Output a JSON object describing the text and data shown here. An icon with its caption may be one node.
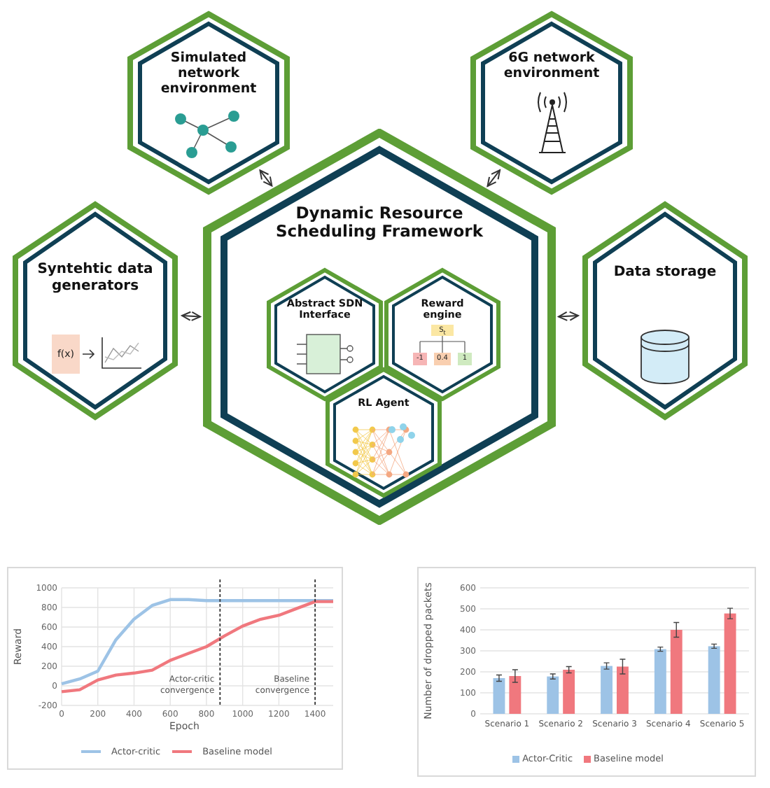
{
  "diagram": {
    "nodes": [
      {
        "text": [
          "Dynamic Resource Scheduling Framework"
        ]
      },
      {
        "text": [
          "Abstract SDN Interface"
        ],
        "in": 0
      },
      {
        "text": [
          "Reward engine"
        ],
        "in": 0
      },
      {
        "text": [
          "RL Agent"
        ],
        "in": 0
      },
      {
        "text": [
          "Simulated network environment"
        ]
      },
      {
        "text": [
          "6G network environment"
        ]
      },
      {
        "text": [
          "Syntehtic data generators"
        ]
      },
      {
        "text": [
          "Data storage"
        ]
      }
    ],
    "edges": [
      {
        "from": 4,
        "to": 0,
        "arrow": "both"
      },
      {
        "from": 5,
        "to": 0,
        "arrow": "both"
      },
      {
        "from": 6,
        "to": 0,
        "arrow": "both"
      },
      {
        "from": 0,
        "to": 7,
        "arrow": "both"
      }
    ],
    "labels": [
      "f(x)",
      "S$_{t}$",
      "-1",
      "0.4",
      "1"
    ],
    "chart_data": [
      {
        "type": "line",
        "xlabel": "Epoch",
        "ylabel": "Reward",
        "x": [
          0,
          100,
          200,
          300,
          400,
          500,
          600,
          700,
          800,
          900,
          1000,
          1100,
          1200,
          1300,
          1400,
          1500
        ],
        "series": [
          {
            "name": "Actor-critic",
            "color": "#9dc3e6",
            "values": [
              20,
              70,
              150,
              470,
              680,
              820,
              880,
              880,
              870,
              870,
              870,
              870,
              870,
              870,
              870,
              870
            ]
          },
          {
            "name": "Baseline model",
            "color": "#f0787e",
            "values": [
              -60,
              -40,
              60,
              110,
              130,
              160,
              260,
              330,
              400,
              510,
              610,
              680,
              720,
              790,
              860,
              860
            ]
          }
        ],
        "xlim": [
          0,
          1500
        ],
        "ylim": [
          -200,
          1000
        ],
        "xticks": [
          0,
          200,
          400,
          600,
          800,
          1000,
          1200,
          1400
        ],
        "yticks": [
          -200,
          0,
          200,
          400,
          600,
          800,
          1000
        ],
        "grid": true,
        "legend": true,
        "ref_lines": [
          {
            "axis": "x",
            "value": 875,
            "label": "Actor-critic convergence"
          },
          {
            "axis": "x",
            "value": 1400,
            "label": "Baseline convergence"
          }
        ]
      },
      {
        "type": "bar",
        "ylabel": "Number of dropped packets",
        "categories": [
          "Scenario 1",
          "Scenario 2",
          "Scenario 3",
          "Scenario 4",
          "Scenario 5"
        ],
        "series": [
          {
            "name": "Actor-Critic",
            "color": "#9dc3e6",
            "values": [
              170,
              178,
              228,
              308,
              322
            ],
            "errors": [
              15,
              12,
              15,
              10,
              10
            ]
          },
          {
            "name": "Baseline model",
            "color": "#f0787e",
            "values": [
              180,
              210,
              225,
              400,
              478
            ],
            "errors": [
              30,
              15,
              35,
              35,
              25
            ]
          }
        ],
        "ylim": [
          0,
          600
        ],
        "yticks": [
          0,
          100,
          200,
          300,
          400,
          500,
          600
        ],
        "grid": true,
        "legend": true
      }
    ]
  }
}
